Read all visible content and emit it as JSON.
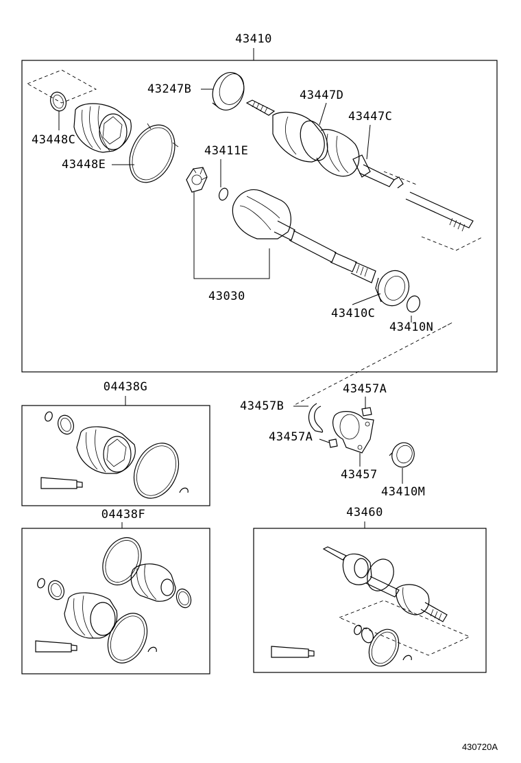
{
  "labels": {
    "assembly": "43410",
    "boot_clamp_c": "43448C",
    "boot_clamp_e": "43448E",
    "dust_seal": "43247B",
    "outer_joint_d": "43447D",
    "outer_joint_c": "43447C",
    "snap_ring_e": "43411E",
    "inboard_joint": "43030",
    "bearing_c": "43410C",
    "ring_n": "43410N",
    "boot_kit_g": "04438G",
    "boot_kit_f": "04438F",
    "bracket_snap_b": "43457B",
    "bracket_bolt_a_top": "43457A",
    "bracket_bolt_a_mid": "43457A",
    "bracket": "43457",
    "bracket_seal_m": "43410M",
    "shaft_assembly_460": "43460"
  },
  "reference_code": "430720A"
}
